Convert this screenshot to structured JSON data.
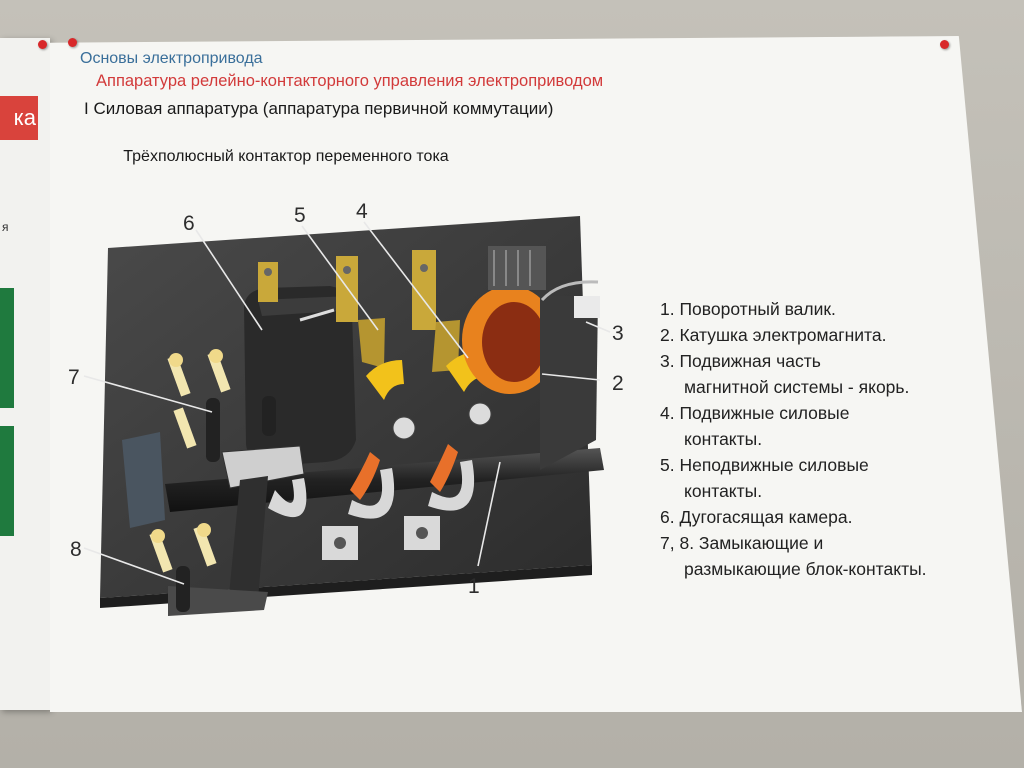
{
  "poster": {
    "course": "Основы электропривода",
    "topic": "Аппаратура релейно-контакторного управления электроприводом",
    "section": "I Силовая аппаратура (аппаратура первичной коммутации)",
    "diagram_title": "Трёхполюсный контактор переменного тока"
  },
  "left_poster": {
    "badge_text": "ка",
    "fragment_text": "я"
  },
  "callouts": [
    "1",
    "2",
    "3",
    "4",
    "5",
    "6",
    "7",
    "8"
  ],
  "legend": [
    "1. Поворотный валик.",
    "2. Катушка электромагнита.",
    "3. Подвижная часть",
    "магнитной системы - якорь.",
    "4. Подвижные силовые",
    "контакты.",
    "5. Неподвижные силовые",
    "контакты.",
    "6. Дугогасящая камера.",
    "7, 8. Замыкающие и",
    "размыкающие блок-контакты."
  ],
  "colors": {
    "title_blue": "#3a6f9a",
    "title_red": "#d23a3a",
    "contact_yellow": "#f2c21b",
    "coil_orange": "#e8821e",
    "board": "#3b3b3b"
  }
}
